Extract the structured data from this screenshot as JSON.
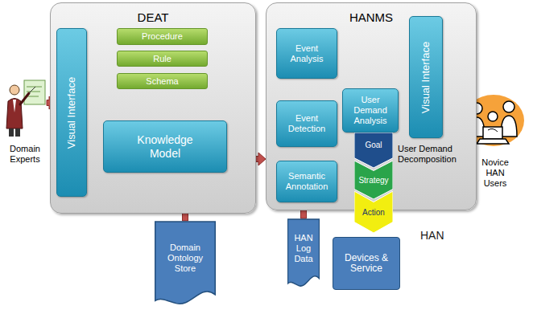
{
  "diagram": {
    "nodes": [
      {
        "text": [
          "DEAT"
        ]
      },
      {
        "text": [
          "Visual Interface"
        ],
        "in": 0
      },
      {
        "text": [
          "Procedure"
        ],
        "in": 0
      },
      {
        "text": [
          "Rule"
        ],
        "in": 0
      },
      {
        "text": [
          "Schema"
        ],
        "in": 0
      },
      {
        "text": [
          "Knowledge Model"
        ],
        "in": 0
      },
      {
        "text": [
          "HANMS"
        ]
      },
      {
        "text": [
          "Event Analysis"
        ],
        "in": 6
      },
      {
        "text": [
          "Event Detection"
        ],
        "in": 6
      },
      {
        "text": [
          "Semantic Annotation"
        ],
        "in": 6
      },
      {
        "text": [
          "User Demand Analysis"
        ],
        "in": 6
      },
      {
        "text": [
          "Visual Interface"
        ],
        "in": 6
      },
      {
        "text": [
          "Goal"
        ],
        "in": 6
      },
      {
        "text": [
          "Strategy"
        ],
        "in": 6
      },
      {
        "text": [
          "Action"
        ],
        "in": 6
      },
      {
        "text": [
          "HAN"
        ]
      },
      {
        "text": [
          "HAN Log Data"
        ],
        "in": 15
      },
      {
        "text": [
          "Devices & Service"
        ],
        "in": 15
      },
      {
        "text": [
          "Domain Ontology Store"
        ]
      },
      {
        "text": [
          "Domain Experts"
        ]
      },
      {
        "text": [
          "Novice HAN Users"
        ]
      }
    ],
    "edges": [
      {
        "from": 19,
        "to": 1,
        "arrow": "to"
      },
      {
        "from": 1,
        "to": 3,
        "arrow": "to"
      },
      {
        "from": 4,
        "to": 5,
        "arrow": "to"
      },
      {
        "from": 18,
        "to": 5,
        "arrow": "to"
      },
      {
        "from": 5,
        "to": 6,
        "arrow": "to"
      },
      {
        "from": 16,
        "to": 9,
        "arrow": "to"
      },
      {
        "from": 9,
        "to": 8,
        "arrow": "to"
      },
      {
        "from": 8,
        "to": 7,
        "arrow": "to"
      },
      {
        "from": 7,
        "to": 11,
        "arrow": "to"
      },
      {
        "from": 11,
        "to": 10,
        "arrow": "to"
      },
      {
        "from": 11,
        "to": 20,
        "arrow": "both"
      }
    ],
    "labels": [
      "User Demand Decomposition"
    ]
  }
}
